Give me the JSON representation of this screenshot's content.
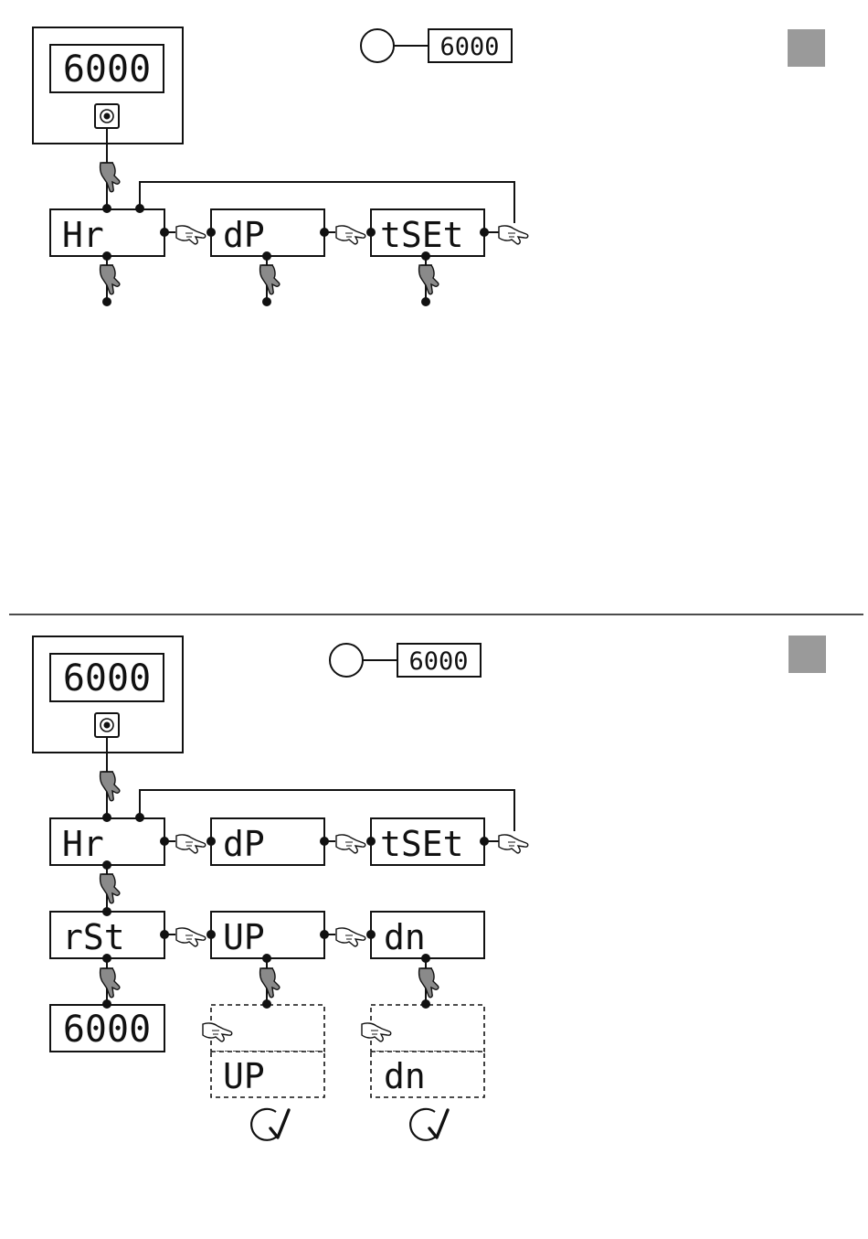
{
  "colors": {
    "ink": "#111111",
    "marker": "#9a9a9a",
    "hand_fill": "#8a8a8a"
  },
  "top_diagram": {
    "device_display": "6000",
    "indicator_display": "6000",
    "menu": [
      "Hr",
      "dP",
      "tSEt"
    ]
  },
  "bottom_diagram": {
    "device_display": "6000",
    "indicator_display": "6000",
    "menu": [
      "Hr",
      "dP",
      "tSEt"
    ],
    "submenu": [
      "rSt",
      "UP",
      "dn"
    ],
    "reset_result": "6000",
    "up_result": "UP",
    "dn_result": "dn"
  },
  "icons": {
    "press_hand": "pointing-hand-icon",
    "hold_hand": "hold-hand-icon",
    "key": "push-button-icon",
    "cycle": "cycle-arrow-icon"
  }
}
